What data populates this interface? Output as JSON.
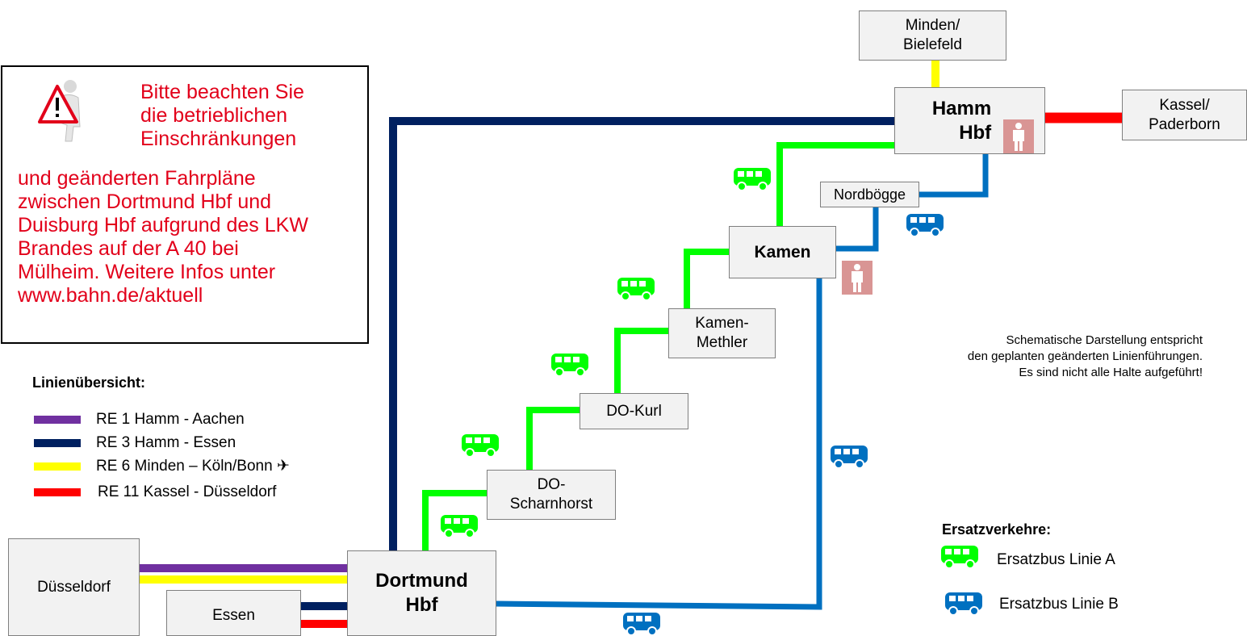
{
  "notice": {
    "text_indented": "Bitte beachten Sie\ndie betrieblichen\nEinschränkungen",
    "text_body": "und geänderten Fahrpläne\nzwischen Dortmund Hbf und\nDuisburg Hbf aufgrund des LKW\nBrandes auf der A 40 bei\nMülheim. Weitere Infos unter\nwww.bahn.de/aktuell"
  },
  "legend": {
    "title": "Linienübersicht:",
    "lines": [
      {
        "label": "RE 1 Hamm - Aachen",
        "color": "#7030a0"
      },
      {
        "label": "RE 3 Hamm - Essen",
        "color": "#002060"
      },
      {
        "label": "RE 6 Minden – Köln/Bonn ✈",
        "color": "#ffff00"
      },
      {
        "label": "RE 11 Kassel - Düsseldorf",
        "color": "#ff0000"
      }
    ]
  },
  "stations": {
    "minden": "Minden/\nBielefeld",
    "hamm": "Hamm\nHbf",
    "kassel": "Kassel/\nPaderborn",
    "nordboegge": "Nordbögge",
    "kamen": "Kamen",
    "kamen_methler": "Kamen-\nMethler",
    "do_kurl": "DO-Kurl",
    "do_scharnhorst": "DO-\nScharnhorst",
    "dortmund": "Dortmund\nHbf",
    "duesseldorf": "Düsseldorf",
    "essen": "Essen"
  },
  "note": "Schematische Darstellung entspricht\nden geplanten geänderten Linienführungen.\nEs sind nicht alle Halte aufgeführt!",
  "ersatz": {
    "title": "Ersatzverkehre:",
    "items": [
      {
        "label": "Ersatzbus Linie A",
        "color": "#00ff00"
      },
      {
        "label": "Ersatzbus Linie B",
        "color": "#0070c0"
      }
    ]
  },
  "icons": [
    "warning-figure-icon",
    "bus-icon",
    "toilet-person-icon",
    "airplane-icon"
  ]
}
